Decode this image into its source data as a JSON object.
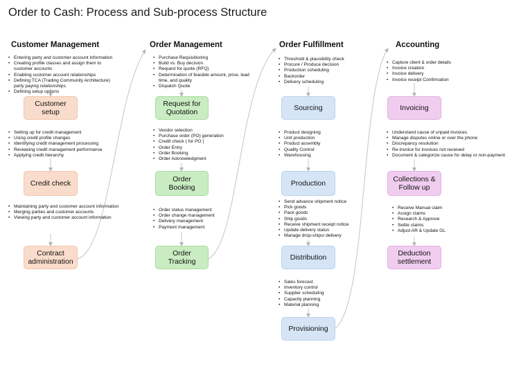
{
  "title": "Order to Cash: Process and Sub-process Structure",
  "columns": [
    {
      "heading": "Customer Management",
      "steps": [
        {
          "bullets": [
            "Entering  party and customer account information",
            "Creating profile classes and assign them to customer accounts",
            "Enabling customer account relationships",
            "Defining TCA (Trading Community Architecture) party paying relationships",
            "Defining setup options"
          ],
          "box": "Customer\nsetup"
        },
        {
          "bullets": [
            "Setting up for credit management",
            "Using credit profile changes",
            "Identifying credit management processing",
            "Reviewing credit management performance",
            "Applying credit hierarchy"
          ],
          "box": "Credit check"
        },
        {
          "bullets": [
            "Maintaining party and customer account information",
            "Merging parties and customer accounts",
            "Viewing party and customer account information"
          ],
          "box": "Contract\nadministration"
        }
      ]
    },
    {
      "heading": "Order Management",
      "steps": [
        {
          "bullets": [
            "Purchase Requisitioning",
            "Build vs. Buy decision",
            "Request for quote (RFQ)",
            "Determination of feasible amount, price, lead time, and quality",
            "Dispatch Quote"
          ],
          "box": "Request for\nQuotation"
        },
        {
          "bullets": [
            "Vendor selection",
            "Purchase order (PO) generation",
            "Credit check ( for PO )",
            "Order Entry",
            "Order Booking",
            "Order Acknowledgment"
          ],
          "box": "Order\nBooking"
        },
        {
          "bullets": [
            "Order status management",
            "Order change management",
            "Delivery management",
            "Payment management"
          ],
          "box": "Order\nTracking"
        }
      ]
    },
    {
      "heading": "Order Fulfillment",
      "steps": [
        {
          "bullets": [
            "Threshold & plausibility check",
            "Procure / Produce decision",
            "Production scheduling",
            "Backorder",
            "Delivery scheduling"
          ],
          "box": "Sourcing"
        },
        {
          "bullets": [
            "Product designing",
            "Unit production",
            "Product assembly",
            "Quality Control",
            "Warehousing"
          ],
          "box": "Production"
        },
        {
          "bullets": [
            "Send advance shipment notice",
            "Pick goods",
            "Pack goods",
            "Ship goods",
            "Receive shipment receipt notice",
            "Update delivery status",
            "Manage drop-ships/ delivery"
          ],
          "box": "Distribution"
        },
        {
          "bullets": [
            "Sales forecast",
            "Inventory control",
            "Supplier scheduling",
            "Capacity planning",
            "Material planning"
          ],
          "box": "Provisioning"
        }
      ]
    },
    {
      "heading": "Accounting",
      "steps": [
        {
          "bullets": [
            "Capture client & order details",
            "Invoice creation",
            "Invoice delivery",
            "Invoice receipt Confirmation"
          ],
          "box": "Invoicing"
        },
        {
          "bullets": [
            "Understand cause of unpaid invoices",
            "Manage disputes online or over the phone",
            "Discrepancy resolution",
            "Re-invoice for invoices not received",
            "Document & categorize cause for delay or non-payment"
          ],
          "box": "Collections &\nFollow up"
        },
        {
          "bullets": [
            "Receive Manual claim",
            "Assign claims",
            "Research & Approve",
            "Settle claims",
            "Adjust AR & Update GL"
          ],
          "box": "Deduction\nsettlement"
        }
      ]
    }
  ]
}
